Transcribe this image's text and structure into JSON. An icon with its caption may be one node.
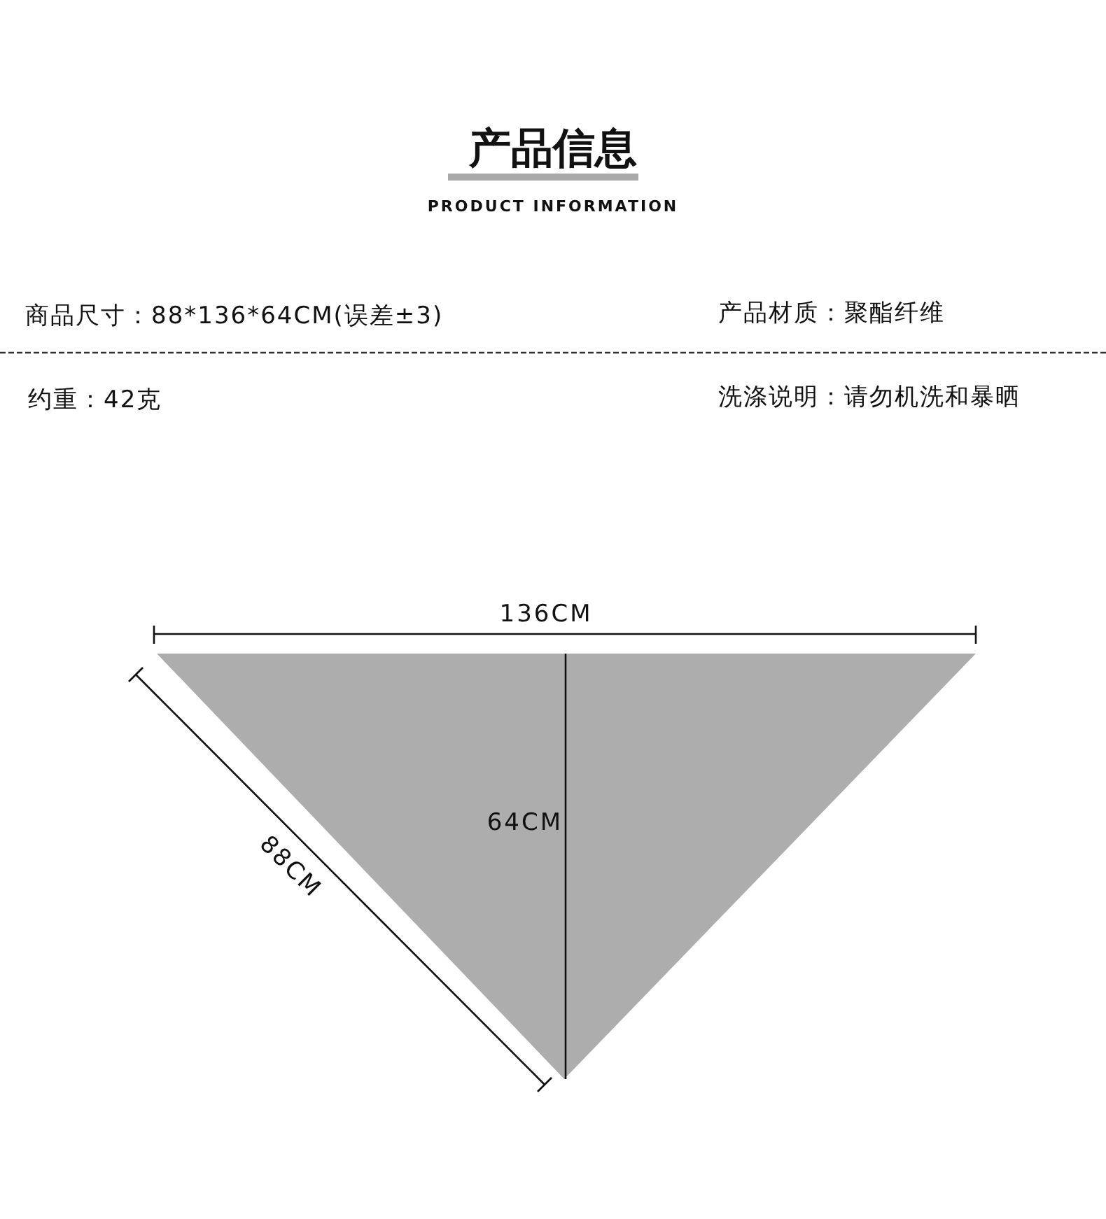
{
  "diagram": {
    "title": "产品信息",
    "labels": [
      "PRODUCT INFORMATION",
      "商品尺寸：88*136*64CM(误差±3)",
      "产品材质：聚酯纤维",
      "约重：42克",
      "洗涤说明：请勿机洗和暴晒",
      "136CM",
      "64CM",
      "88CM"
    ]
  }
}
